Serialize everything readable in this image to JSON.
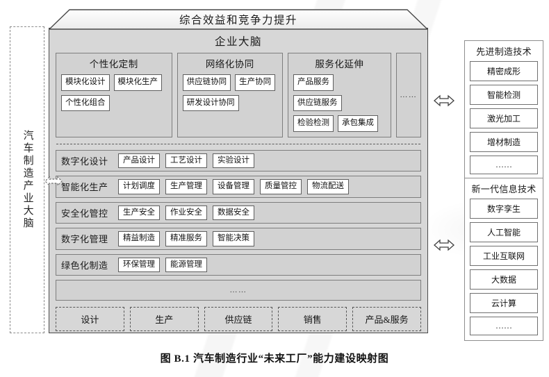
{
  "figure": {
    "caption": "图 B.1 汽车制造行业“未来工厂”能力建设映射图"
  },
  "left_panel": {
    "label": "汽车制造产业大脑",
    "connector_icon": "dashed-double-arrow-icon"
  },
  "factory": {
    "banner_title": "综合效益和竞争力提升",
    "brain_title": "企业大脑",
    "capability_groups": [
      {
        "title": "个性化定制",
        "items": [
          "模块化设计",
          "模块化生产",
          "个性化组合"
        ]
      },
      {
        "title": "网络化协同",
        "items": [
          "供应链协同",
          "生产协同",
          "研发设计协同"
        ]
      },
      {
        "title": "服务化延伸",
        "items": [
          "产品服务",
          "供应链服务",
          "检验检测",
          "承包集成"
        ]
      }
    ],
    "capability_more": "……",
    "capability_rows": [
      {
        "label": "数字化设计",
        "items": [
          "产品设计",
          "工艺设计",
          "实验设计"
        ]
      },
      {
        "label": "智能化生产",
        "items": [
          "计划调度",
          "生产管理",
          "设备管理",
          "质量管控",
          "物流配送"
        ]
      },
      {
        "label": "安全化管控",
        "items": [
          "生产安全",
          "作业安全",
          "数据安全"
        ]
      },
      {
        "label": "数字化管理",
        "items": [
          "精益制造",
          "精准服务",
          "智能决策"
        ]
      },
      {
        "label": "绿色化制造",
        "items": [
          "环保管理",
          "能源管理"
        ]
      }
    ],
    "rows_more": "……",
    "value_chain": [
      "设计",
      "生产",
      "供应链",
      "销售",
      "产品&服务"
    ]
  },
  "technology_panels": [
    {
      "title": "先进制造技术",
      "items": [
        "精密成形",
        "智能检测",
        "激光加工",
        "增材制造",
        "……"
      ],
      "connector_icon": "double-arrow-icon"
    },
    {
      "title": "新一代信息技术",
      "items": [
        "数字孪生",
        "人工智能",
        "工业互联网",
        "大数据",
        "云计算",
        "……"
      ],
      "connector_icon": "double-arrow-icon"
    }
  ],
  "colors": {
    "factory_fill": "#d7d7d7",
    "panel_fill": "#d2d2d2",
    "chip_fill": "#ffffff",
    "border": "#4a4a4a",
    "banner_fill": "#f6f6f6"
  }
}
